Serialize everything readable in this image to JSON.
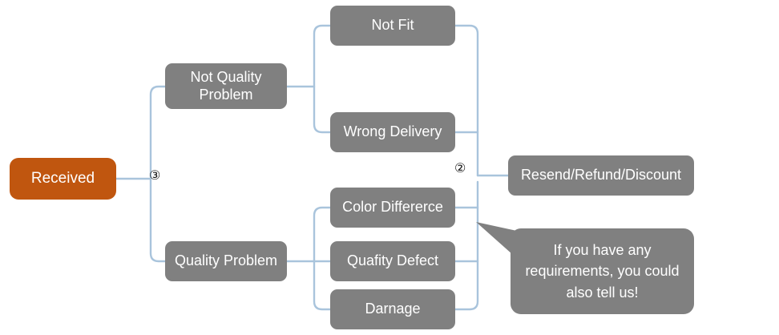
{
  "diagram": {
    "title_text": "",
    "colors": {
      "root_fill": "#c0560f",
      "node_fill": "#808080",
      "connector": "#a9c4dc",
      "text": "#ffffff",
      "background": "#ffffff"
    },
    "root": {
      "label": "Received"
    },
    "categories": [
      {
        "label": "Not Quality Problem"
      },
      {
        "label": "Quality Problem"
      }
    ],
    "leaves": [
      {
        "label": "Not Fit"
      },
      {
        "label": "Wrong Delivery"
      },
      {
        "label": "Color Differerce"
      },
      {
        "label": "Quafity Defect"
      },
      {
        "label": "Darnage"
      }
    ],
    "outcome": {
      "label": "Resend/Refund/Discount"
    },
    "callout": {
      "text": "If you have any requirements, you could also tell us!"
    },
    "markers": [
      {
        "label": "③"
      },
      {
        "label": "②"
      }
    ]
  }
}
